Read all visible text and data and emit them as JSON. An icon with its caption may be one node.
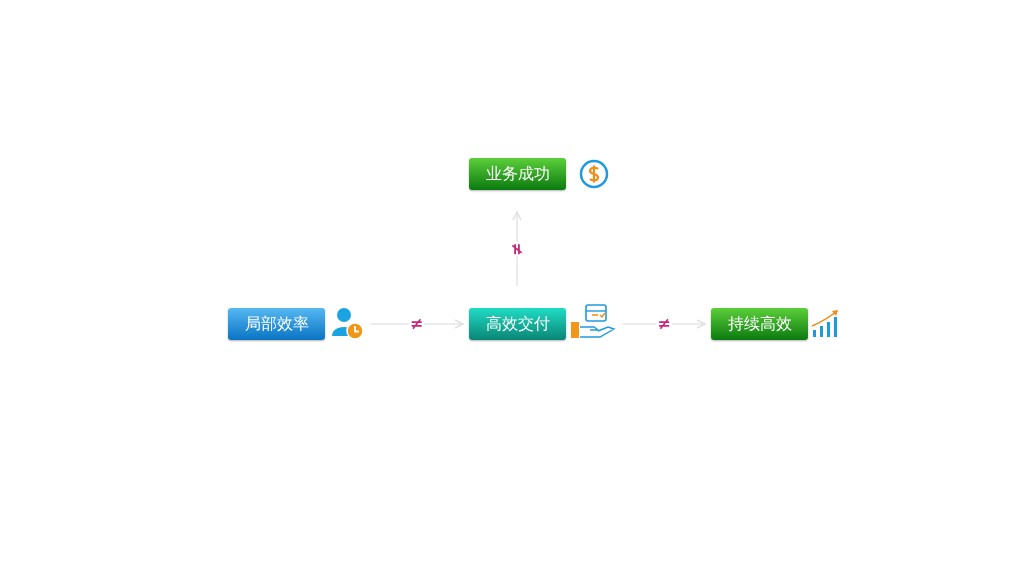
{
  "diagram": {
    "nodes": [
      {
        "text": [
          "业务成功"
        ]
      },
      {
        "text": [
          "局部效率"
        ]
      },
      {
        "text": [
          "高效交付"
        ]
      },
      {
        "text": [
          "持续高效"
        ]
      }
    ],
    "edges": [
      {
        "from": 1,
        "to": 2,
        "arrow": "to",
        "label": "≠"
      },
      {
        "from": 2,
        "to": 3,
        "arrow": "to",
        "label": "≠"
      },
      {
        "from": 2,
        "to": 0,
        "arrow": "to",
        "label": "≠"
      }
    ]
  }
}
